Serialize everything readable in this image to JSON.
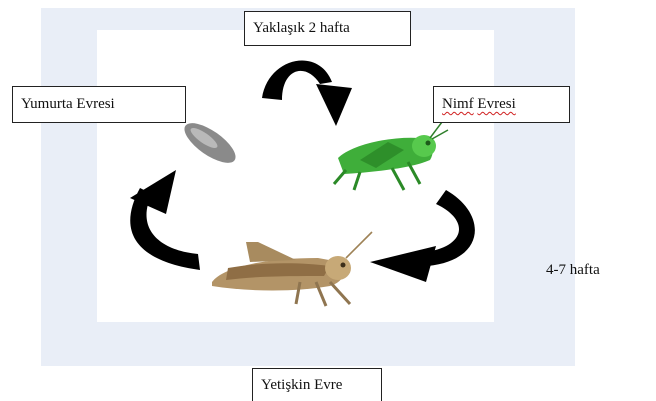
{
  "diagram": {
    "stages": {
      "egg": "Yumurta Evresi",
      "nymph_word1": "Nimf",
      "nymph_word2": "Evresi",
      "adult": "Yetişkin Evre"
    },
    "durations": {
      "egg_to_nymph": "Yaklaşık 2 hafta",
      "nymph_to_adult": "4-7 hafta"
    },
    "colors": {
      "panel": "#e9eef7",
      "arrow": "#000000",
      "nymph": "#3fae3a",
      "adult": "#a8885a",
      "egg": "#7a7a7a",
      "spellcheck": "#d02020"
    }
  }
}
